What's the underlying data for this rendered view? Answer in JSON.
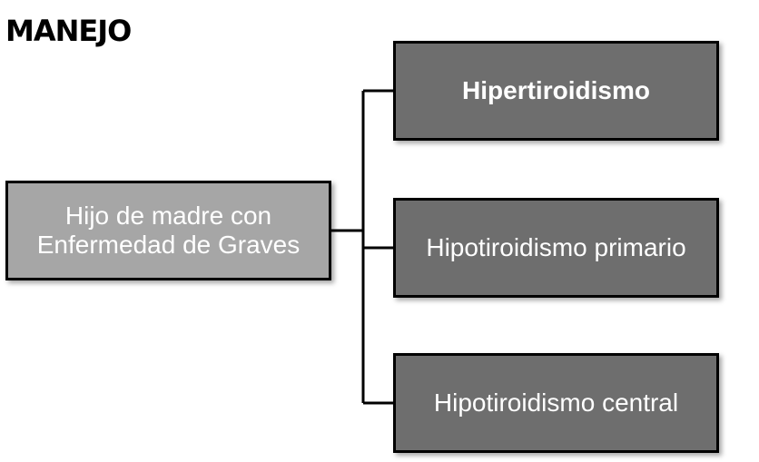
{
  "title": "MANEJO",
  "source": {
    "line1": "Hijo de madre con",
    "line2": "Enfermedad de Graves"
  },
  "targets": [
    {
      "label": "Hipertiroidismo"
    },
    {
      "label": "Hipotiroidismo primario"
    },
    {
      "label": "Hipotiroidismo central"
    }
  ],
  "colors": {
    "source_fill": "#a6a6a6",
    "target_fill": "#6e6e6e",
    "border": "#000000",
    "text": "#ffffff"
  }
}
